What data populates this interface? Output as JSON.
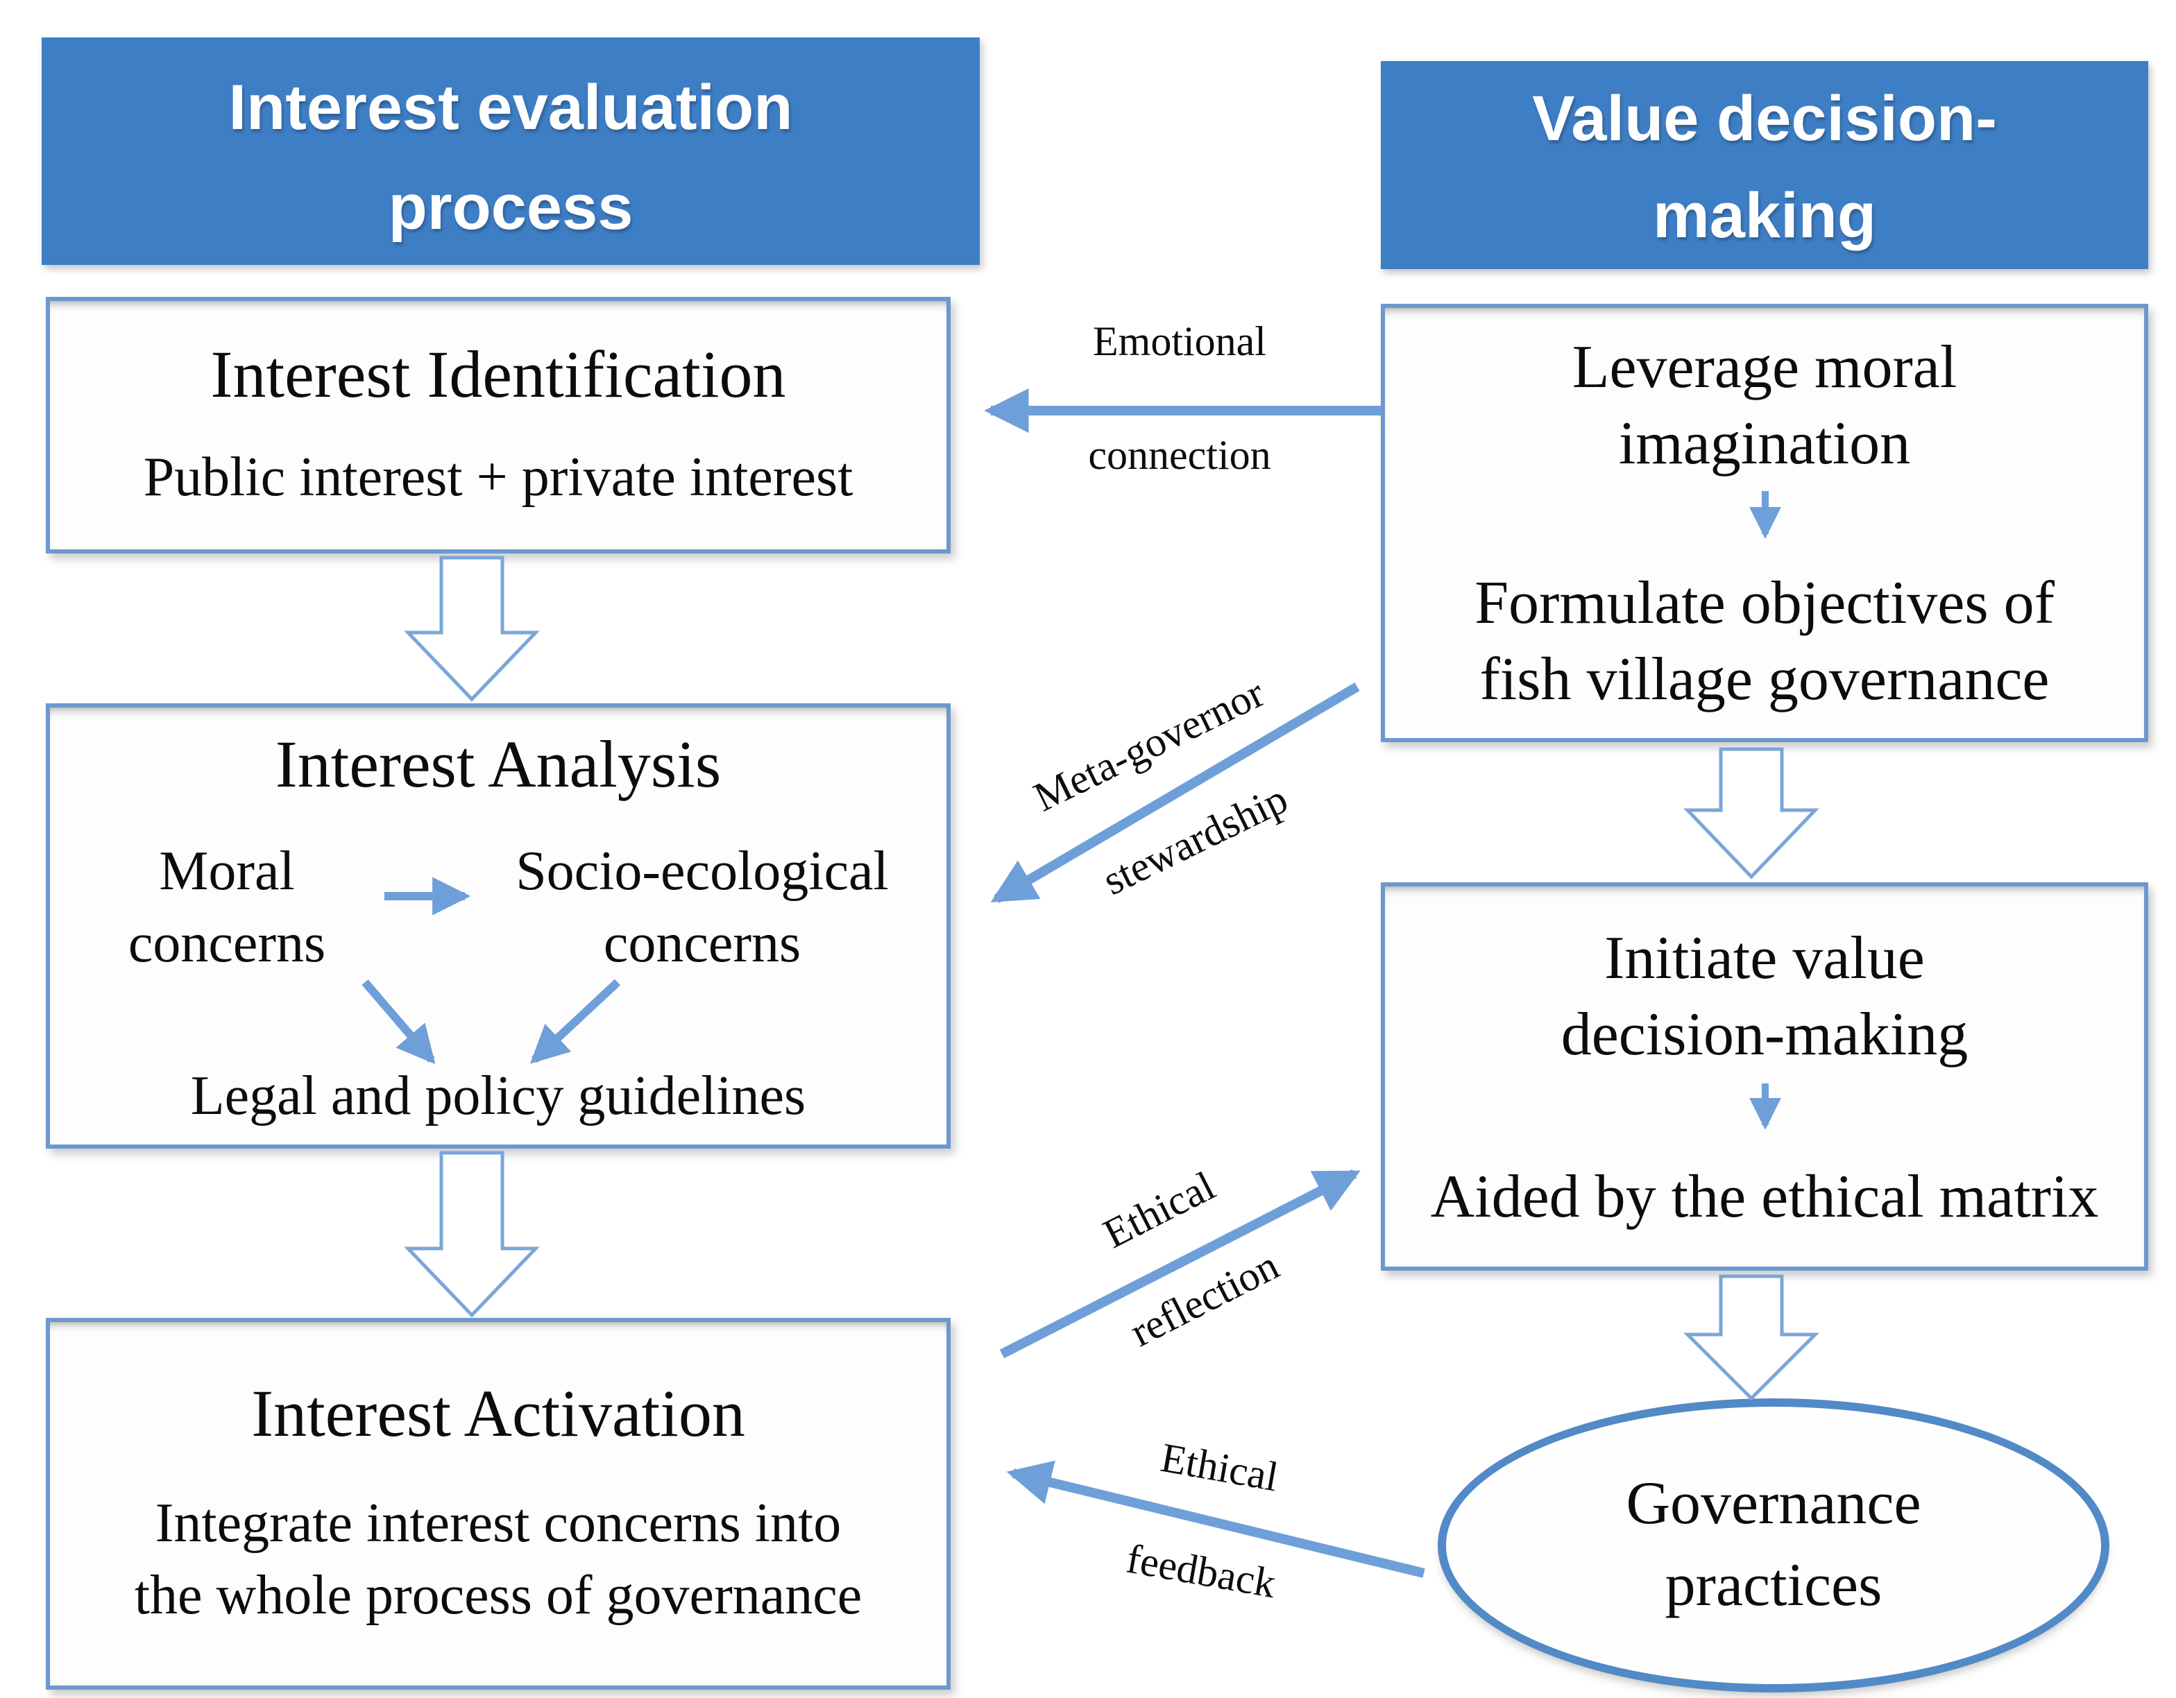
{
  "colors": {
    "header_fill": "#3e7ec5",
    "header_text": "#ffffff",
    "box_border": "#6d98cc",
    "connector_blue": "#6f9fd8",
    "block_arrow_outline": "#7aa6d9",
    "ellipse_border": "#5289c7",
    "text": "#0c0c0c"
  },
  "left": {
    "header": {
      "line1": "Interest evaluation",
      "line2": "process"
    },
    "identification": {
      "title": "Interest Identification",
      "body": "Public interest +  private interest"
    },
    "analysis": {
      "title": "Interest Analysis",
      "moral_line1": "Moral",
      "moral_line2": "concerns",
      "socio_line1": "Socio-ecological",
      "socio_line2": "concerns",
      "legal": "Legal and policy guidelines"
    },
    "activation": {
      "title": "Interest Activation",
      "body_line1": "Integrate interest concerns into",
      "body_line2": "the whole process of governance"
    }
  },
  "right": {
    "header": {
      "line1": "Value decision-",
      "line2": "making"
    },
    "leverage": {
      "line1": "Leverage moral",
      "line2": "imagination",
      "line3": "Formulate objectives of",
      "line4": "fish village governance"
    },
    "initiate": {
      "line1": "Initiate value",
      "line2": "decision-making",
      "line3": "Aided by the ethical matrix"
    },
    "governance": {
      "line1": "Governance",
      "line2": "practices"
    }
  },
  "labels": {
    "emotional": {
      "line1": "Emotional",
      "line2": "connection"
    },
    "meta": {
      "line1": "Meta-governor",
      "line2": "stewardship"
    },
    "reflection": {
      "line1": "Ethical",
      "line2": "reflection"
    },
    "feedback": {
      "line1": "Ethical",
      "line2": "feedback"
    }
  }
}
